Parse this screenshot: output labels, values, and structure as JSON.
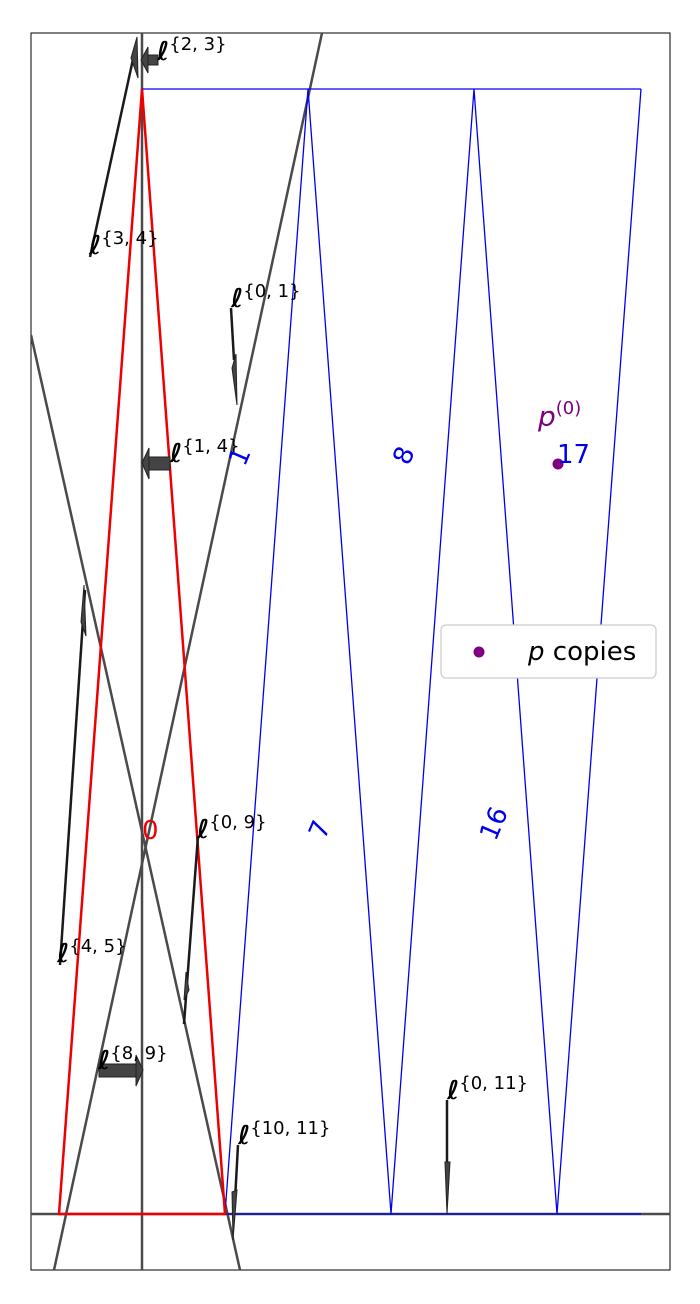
{
  "line_labels": {
    "l23": "{2, 3}",
    "l34": "{3, 4}",
    "l01": "{0, 1}",
    "l14": "{1, 4}",
    "l09": "{0, 9}",
    "l45": "{4, 5}",
    "l89": "{8, 9}",
    "l1011": "{10, 11}",
    "l011": "{0, 11}"
  },
  "line_symbol": "ℓ",
  "cell_labels": {
    "c0": "0",
    "c1": "1",
    "c8": "8",
    "c17": "17",
    "c7": "7",
    "c16": "16"
  },
  "point_label_base": "p",
  "point_label_sup": "(0)",
  "legend": {
    "symbol": "p",
    "text": " copies"
  },
  "colors": {
    "red_triangle": "#ee0000",
    "blue_net": "#0000ee",
    "purple_point": "#800080",
    "gray_lines": "#4a4a4a",
    "dark_arrow": "#1a1a1a"
  }
}
